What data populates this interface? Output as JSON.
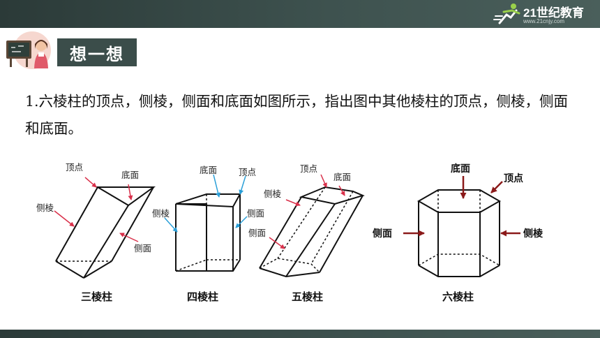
{
  "header": {
    "logo_text": "21世纪教育",
    "logo_url": "www.21cnjy.com"
  },
  "section": {
    "title": "想一想"
  },
  "question": {
    "text": "1.六棱柱的顶点，侧棱，侧面和底面如图所示，指出图中其他棱柱的顶点，侧棱，侧面和底面。"
  },
  "figure": {
    "prisms": [
      {
        "caption": "三棱柱",
        "labels": {
          "vertex": "顶点",
          "base": "底面",
          "lateral_edge": "侧棱",
          "lateral_face": "侧面"
        }
      },
      {
        "caption": "四棱柱",
        "labels": {
          "base": "底面",
          "vertex": "顶点",
          "lateral_edge": "侧棱",
          "lateral_face": "侧面"
        }
      },
      {
        "caption": "五棱柱",
        "labels": {
          "vertex": "顶点",
          "base": "底面",
          "lateral_edge": "侧棱",
          "lateral_face": "侧面"
        }
      },
      {
        "caption": "六棱柱",
        "labels": {
          "base": "底面",
          "vertex": "顶点",
          "lateral_face": "侧面",
          "lateral_edge": "侧棱"
        }
      }
    ],
    "colors": {
      "red_arrow": "#d9304a",
      "blue_arrow": "#2a9fd8",
      "dark_arrow": "#8b1a1a"
    }
  }
}
